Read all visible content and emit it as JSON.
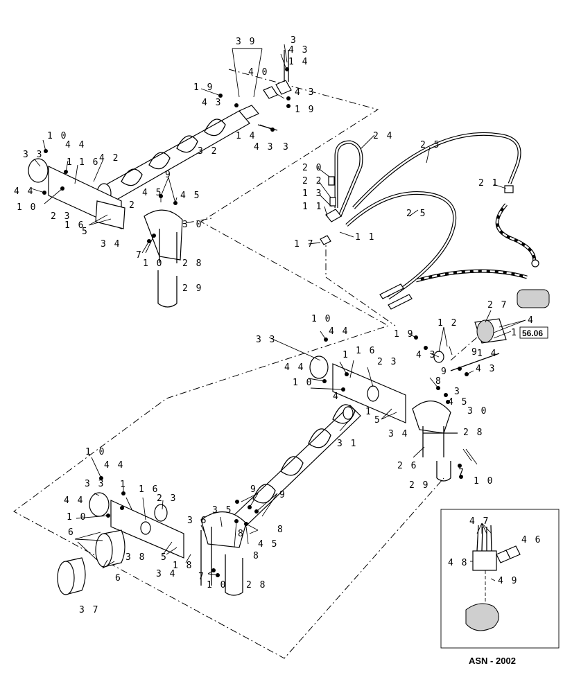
{
  "figure": {
    "inset_caption": "ASN - 2002",
    "page_ref": "56.06"
  },
  "callouts": [
    "3",
    "4 3",
    "1 4",
    "3 9",
    "4 0",
    "4 3",
    "1 9",
    "1 9",
    "4 3",
    "1 4",
    "4 3",
    "3",
    "1 0",
    "4 4",
    "3 3",
    "4 2",
    "3 2",
    "1",
    "1 6",
    "4 4",
    "1 0",
    "2 3",
    "1 6",
    "2",
    "5",
    "9",
    "4 5",
    "4 5",
    "3 4",
    "3 0",
    "7",
    "1 0",
    "2 8",
    "2 9",
    "2 4",
    "2 5",
    "2 0",
    "2 2",
    "1 3",
    "1 1",
    "2 5",
    "1 7",
    "1 1",
    "2 1",
    "2 7",
    "4",
    "1",
    "1 9",
    "4 3",
    "1 2",
    "9",
    "1 4",
    "4 3",
    "1 0",
    "4 4",
    "3 3",
    "4 4",
    "1 6",
    "2 3",
    "1 0",
    "1",
    "4",
    "1",
    "5",
    "9",
    "8",
    "4 5",
    "3",
    "3 0",
    "3 4",
    "3 1",
    "2 8",
    "2 6",
    "1 0",
    "7",
    "2 9",
    "1 0",
    "4 4",
    "3 3",
    "1",
    "1 6",
    "2 3",
    "4 4",
    "1 0",
    "6",
    "3 8",
    "5",
    "1 8",
    "3 4",
    "3 6",
    "3 5",
    "9",
    "9",
    "8",
    "8",
    "4 5",
    "8",
    "7",
    "1 0",
    "2 8",
    "3 7",
    "6",
    "4 7",
    "4 6",
    "4 8",
    "4 9"
  ]
}
